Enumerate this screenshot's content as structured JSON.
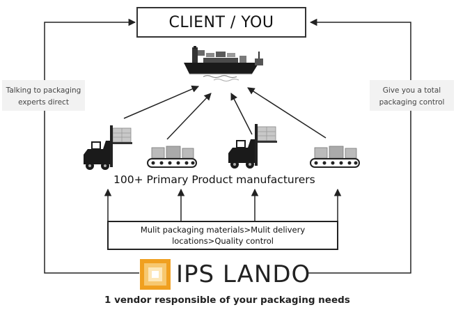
{
  "client": {
    "label": "CLIENT / YOU"
  },
  "notes": {
    "left": [
      "Talking to packaging",
      "experts direct"
    ],
    "right": [
      "Give you a total",
      "packaging control"
    ]
  },
  "manufacturers": {
    "label": "100+ Primary  Product manufacturers"
  },
  "services": {
    "lines": [
      "Mulit packaging materials>Mulit delivery",
      "locations>Quality control"
    ]
  },
  "brand": {
    "name": "IPS LANDO",
    "tagline": "1 vendor responsible of your packaging needs",
    "logo_color": "#f0a020"
  },
  "icons": {
    "ship": "cargo-ship-icon",
    "forklift": "forklift-icon",
    "conveyor": "conveyor-icon"
  }
}
